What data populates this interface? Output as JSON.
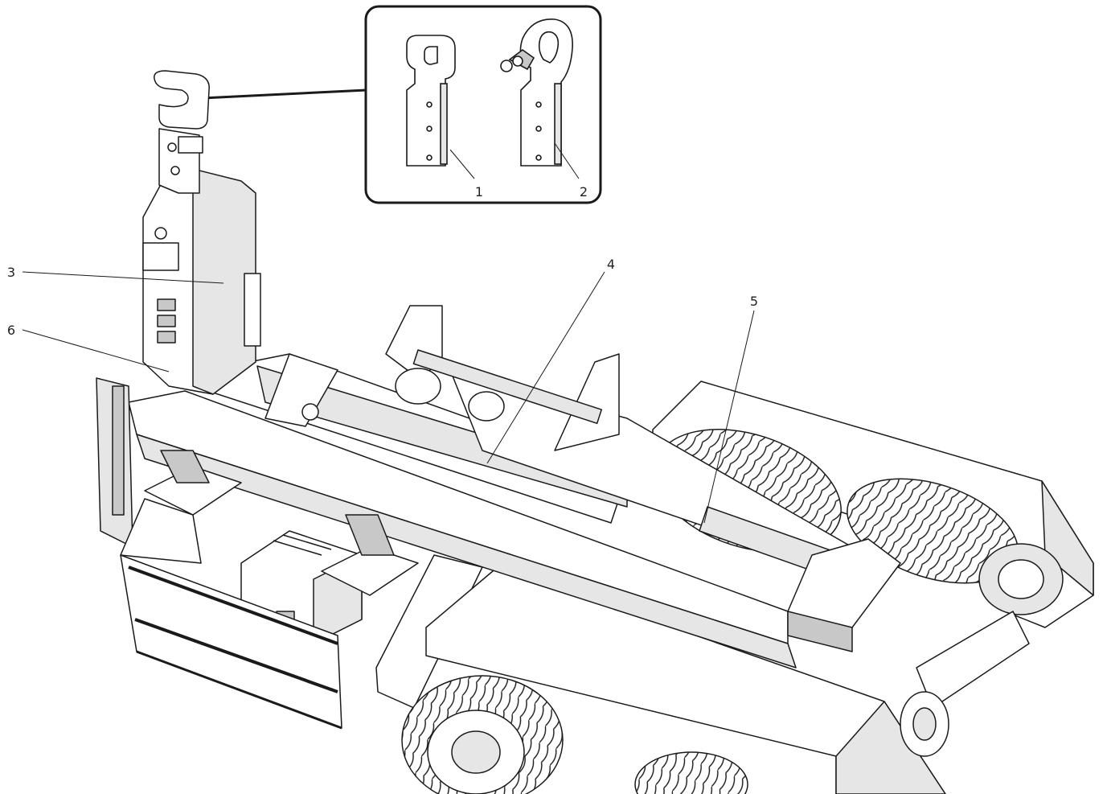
{
  "callouts": [
    {
      "id": "1",
      "label": "1"
    },
    {
      "id": "2",
      "label": "2"
    },
    {
      "id": "3",
      "label": "3"
    },
    {
      "id": "4",
      "label": "4"
    },
    {
      "id": "5",
      "label": "5"
    },
    {
      "id": "6",
      "label": "6"
    }
  ],
  "colors": {
    "line": "#1a1a1a",
    "fill_light": "#ffffff",
    "fill_shade": "#e6e6e6",
    "fill_dark": "#c8c8c8"
  }
}
